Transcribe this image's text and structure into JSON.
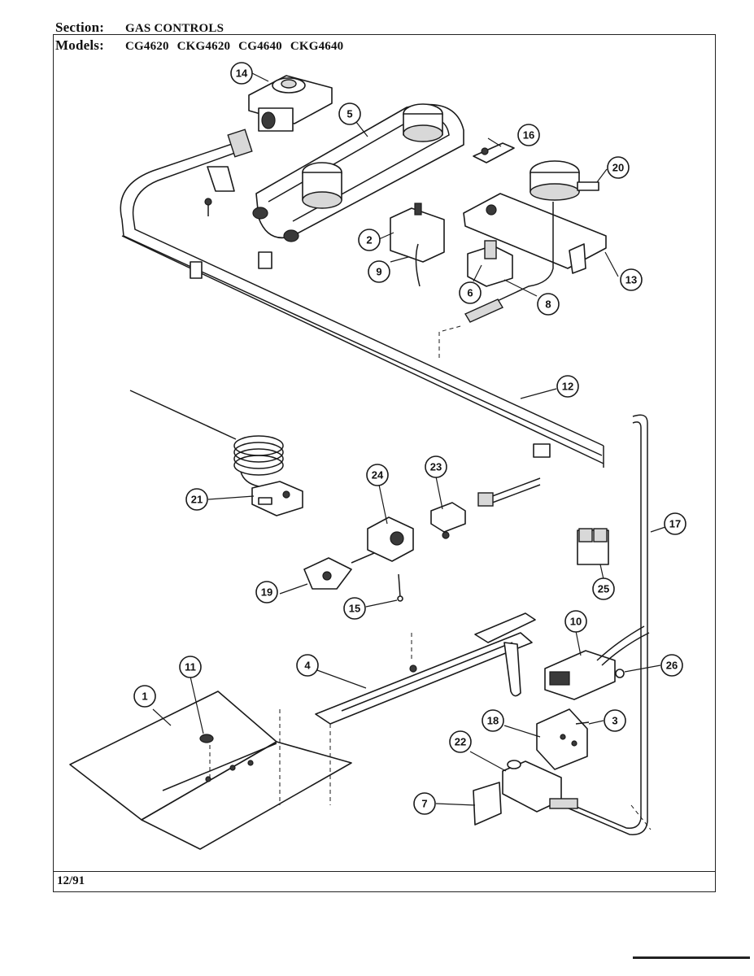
{
  "header": {
    "section_label": "Section:",
    "section_value": "GAS CONTROLS",
    "models_label": "Models:",
    "models_value": "CG4620  CKG4620  CG4640  CKG4640"
  },
  "footer": {
    "date": "12/91"
  },
  "callouts": [
    "14",
    "5",
    "16",
    "20",
    "2",
    "9",
    "6",
    "8",
    "13",
    "12",
    "21",
    "24",
    "23",
    "17",
    "25",
    "19",
    "15",
    "10",
    "11",
    "4",
    "26",
    "1",
    "18",
    "3",
    "22",
    "7"
  ]
}
